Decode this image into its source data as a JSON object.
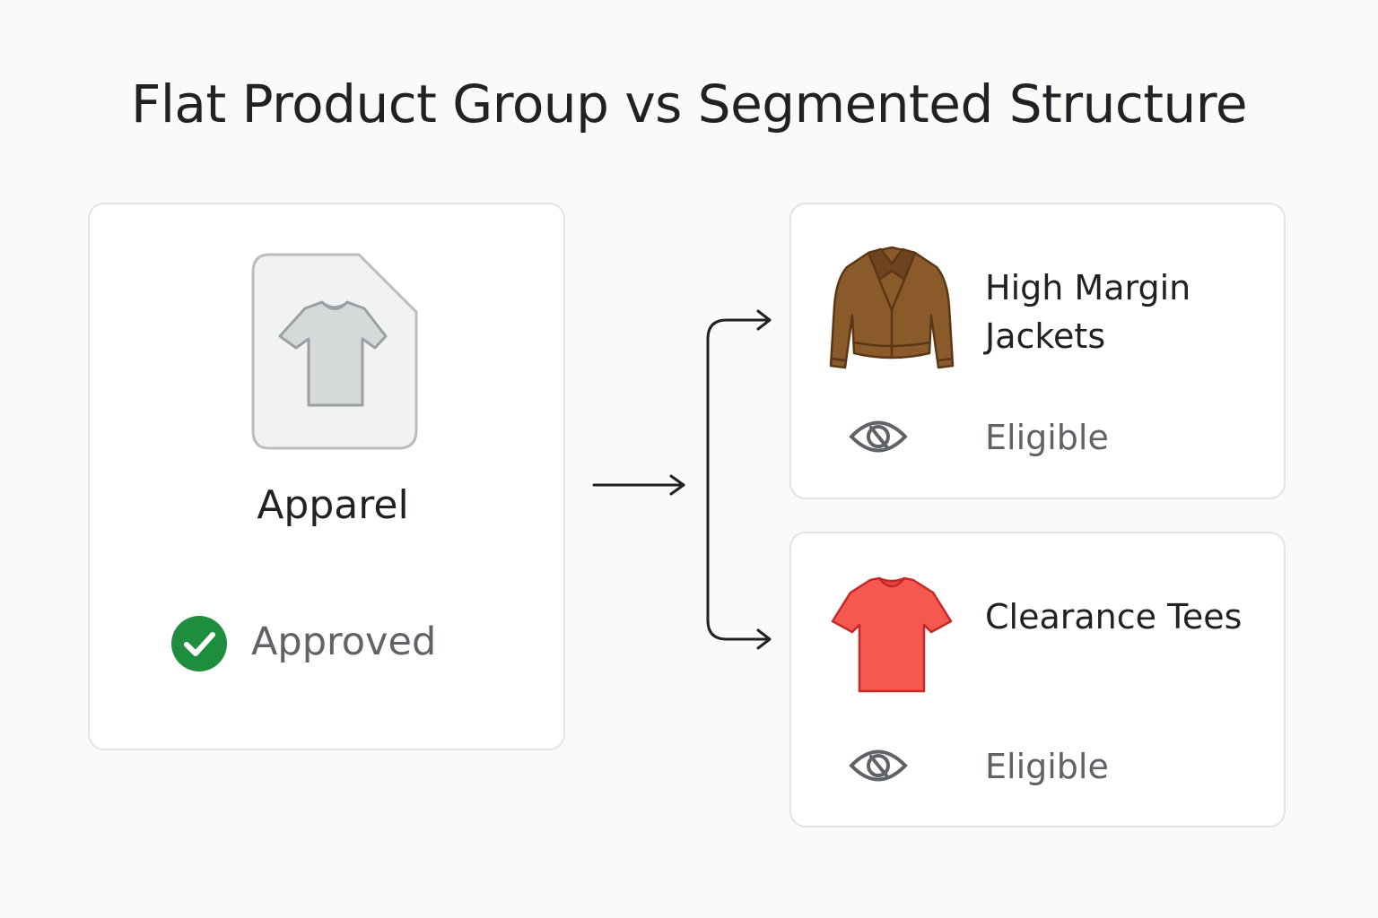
{
  "title": "Flat Product Group vs Segmented Structure",
  "flat_group": {
    "name": "Apparel",
    "icon": "tshirt-file-icon",
    "status": {
      "label": "Approved",
      "icon": "check-circle-icon",
      "color": "#1e8e3e"
    }
  },
  "segments": [
    {
      "name": "High Margin Jackets",
      "icon": "jacket-icon",
      "icon_color": "#8b5a2b",
      "status": {
        "label": "Eligible",
        "icon": "eye-off-icon"
      }
    },
    {
      "name": "Clearance Tees",
      "icon": "tshirt-icon",
      "icon_color": "#f4584f",
      "status": {
        "label": "Eligible",
        "icon": "eye-off-icon"
      }
    }
  ],
  "colors": {
    "background": "#fafaf9",
    "card_border": "#e3e3e3",
    "text_primary": "#202124",
    "text_secondary": "#5f6368",
    "arrow": "#202124"
  }
}
